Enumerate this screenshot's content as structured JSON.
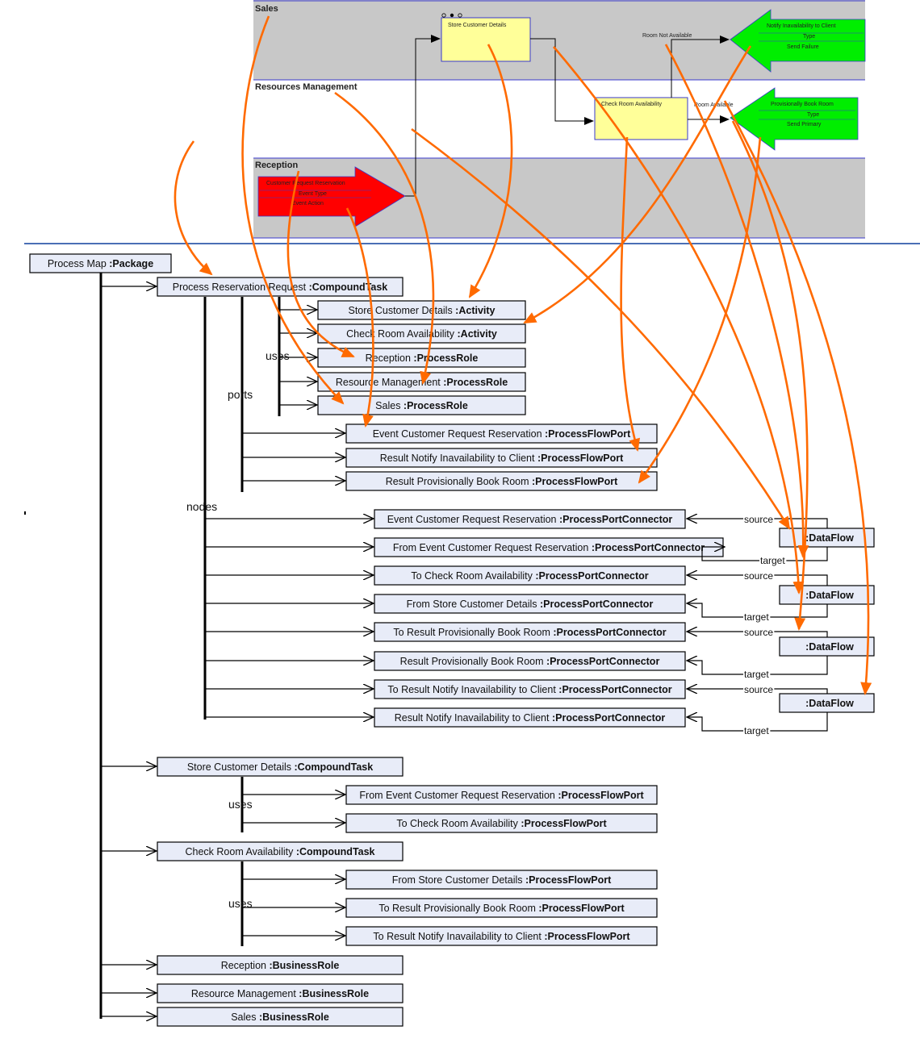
{
  "lanes": {
    "sales": "Sales",
    "resources": "Resources Management",
    "reception": "Reception"
  },
  "bpmn": {
    "store_activity": "Store Customer Details",
    "check_activity": "Check Room Availability",
    "event_text": [
      "Customer Request Reservation",
      "Event Type",
      "Event Action"
    ],
    "notify_text": [
      "Notify Inavailability to Client",
      "Type",
      "Send Failure"
    ],
    "book_text": [
      "Provisionally Book Room",
      "Type",
      "Send Primary"
    ],
    "flow_not_available": "Room Not Available",
    "flow_available": "Room Available"
  },
  "tree": {
    "root": {
      "name": "Process Map ",
      "type": ":Package"
    },
    "main_task": {
      "name": "Process Reservation Request ",
      "type": ":CompoundTask"
    },
    "uses_items": [
      {
        "name": "Store Customer Details ",
        "type": ":Activity"
      },
      {
        "name": "Check Room Availability ",
        "type": ":Activity"
      },
      {
        "name": "Reception ",
        "type": ":ProcessRole"
      },
      {
        "name": "Resource Management ",
        "type": ":ProcessRole"
      },
      {
        "name": "Sales ",
        "type": ":ProcessRole"
      }
    ],
    "port_items": [
      {
        "name": "Event Customer Request Reservation ",
        "type": ":ProcessFlowPort"
      },
      {
        "name": "Result Notify Inavailability to Client ",
        "type": ":ProcessFlowPort"
      },
      {
        "name": "Result Provisionally Book Room ",
        "type": ":ProcessFlowPort"
      }
    ],
    "node_items": [
      {
        "name": "Event Customer Request Reservation ",
        "type": ":ProcessPortConnector"
      },
      {
        "name": "From Event Customer Request Reservation  ",
        "type": ":ProcessPortConnector"
      },
      {
        "name": "To Check Room Availability ",
        "type": ":ProcessPortConnector"
      },
      {
        "name": "From Store Customer Details ",
        "type": ":ProcessPortConnector"
      },
      {
        "name": "To Result Provisionally Book Room ",
        "type": ":ProcessPortConnector"
      },
      {
        "name": "Result Provisionally Book Room ",
        "type": ":ProcessPortConnector"
      },
      {
        "name": "To Result Notify Inavailability to Client ",
        "type": ":ProcessPortConnector"
      },
      {
        "name": "Result Notify Inavailability to Client ",
        "type": ":ProcessPortConnector"
      }
    ],
    "dataflow_label": ":DataFlow",
    "source_label": "source",
    "target_label": "target",
    "uses_label": "uses",
    "ports_label": "ports",
    "nodes_label": "nodes",
    "store_task": {
      "name": "Store Customer Details ",
      "type": ":CompoundTask"
    },
    "store_uses": [
      {
        "name": "From Event Customer Request Reservation  ",
        "type": ":ProcessFlowPort"
      },
      {
        "name": "To Check Room Availability ",
        "type": ":ProcessFlowPort"
      }
    ],
    "check_task": {
      "name": "Check Room Availability ",
      "type": ":CompoundTask"
    },
    "check_uses": [
      {
        "name": "From Store Customer Details ",
        "type": ":ProcessFlowPort"
      },
      {
        "name": "To Result Provisionally Book Room ",
        "type": ":ProcessFlowPort"
      },
      {
        "name": "To Result Notify Inavailability to Client ",
        "type": ":ProcessFlowPort"
      }
    ],
    "roles": [
      {
        "name": "Reception ",
        "type": ":BusinessRole"
      },
      {
        "name": "Resource Management ",
        "type": ":BusinessRole"
      },
      {
        "name": "Sales ",
        "type": ":BusinessRole"
      }
    ]
  },
  "colors": {
    "lane_gray": "#c8c8c8",
    "lane_line": "#3a3acc",
    "activity_fill": "#ffff99",
    "event_fill": "#ff0000",
    "result_fill": "#00ee00",
    "box_fill": "#e8ecf8",
    "orange": "#ff6a00"
  }
}
